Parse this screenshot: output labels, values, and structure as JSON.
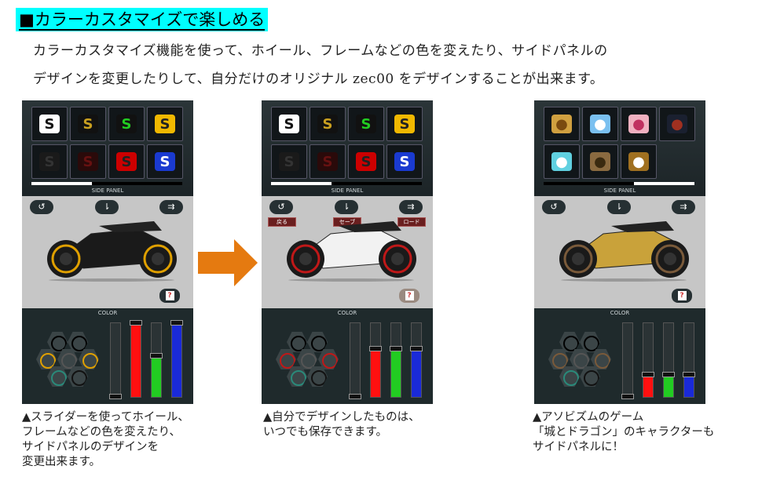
{
  "title": "■カラーカスタマイズで楽しめる",
  "intro": [
    "カラーカスタマイズ機能を使って、ホイール、フレームなどの色を変えたり、サイドパネルの",
    "デザインを変更したりして、自分だけのオリジナル zec00 をデザインすることが出来ます。"
  ],
  "panel_labels": {
    "side_panel": "SIDE PANEL",
    "color": "COLOR",
    "undo_icon": "↺",
    "save_icon": "⇂",
    "load_icon": "⇉",
    "help": "?"
  },
  "screens": [
    {
      "tiles": [
        [
          "#fff",
          "#111",
          "S"
        ],
        [
          "#111",
          "#c9a020",
          "S"
        ],
        [
          "#111",
          "#2c2",
          "S"
        ],
        [
          "#f0b800",
          "#222",
          "S"
        ],
        [
          "#1a1a1a",
          "#333",
          "S"
        ],
        [
          "#2a0a0a",
          "#611",
          "S"
        ],
        [
          "#c00",
          "#222",
          "S"
        ],
        [
          "#1a3ad0",
          "#fff",
          "S"
        ]
      ],
      "scroll": 0.3,
      "wheel": "#e0a000",
      "body": "#1a1a1a",
      "buttons": [],
      "sliders": [
        0.0,
        1.0,
        0.55,
        1.0
      ],
      "help_active": true
    },
    {
      "tiles": [
        [
          "#fff",
          "#111",
          "S"
        ],
        [
          "#111",
          "#c9a020",
          "S"
        ],
        [
          "#111",
          "#2c2",
          "S"
        ],
        [
          "#f0b800",
          "#222",
          "S"
        ],
        [
          "#1a1a1a",
          "#333",
          "S"
        ],
        [
          "#2a0a0a",
          "#611",
          "S"
        ],
        [
          "#c00",
          "#222",
          "S"
        ],
        [
          "#1a3ad0",
          "#fff",
          "S"
        ]
      ],
      "scroll": 0.3,
      "wheel": "#c01818",
      "body": "#f2f2f2",
      "buttons": [
        "戻る",
        "セーブ",
        "ロード"
      ],
      "sliders": [
        0.0,
        0.65,
        0.65,
        0.65
      ],
      "help_active": false
    },
    {
      "tiles": [
        [
          "#d0a040",
          "#7a4a10",
          "●"
        ],
        [
          "#7ac0f0",
          "#fff",
          "●"
        ],
        [
          "#f0b0c0",
          "#c03060",
          "●"
        ],
        [
          "#1a2030",
          "#a03020",
          "●"
        ],
        [
          "#60d0e0",
          "#fff",
          "●"
        ],
        [
          "#8a6a40",
          "#3a2a10",
          "●"
        ],
        [
          "#a07020",
          "#fff",
          "●"
        ]
      ],
      "scroll": 0.75,
      "wheel": "#7a5a3a",
      "body": "#c9a23a",
      "buttons": [],
      "sliders": [
        0.0,
        0.3,
        0.3,
        0.3
      ],
      "help_active": true
    }
  ],
  "captions": [
    [
      "▲スライダーを使ってホイール、",
      "フレームなどの色を変えたり、",
      "サイドパネルのデザインを",
      "変更出来ます。"
    ],
    [
      "▲自分でデザインしたものは、",
      "いつでも保存できます。"
    ],
    [
      "▲アソビズムのゲーム",
      "「城とドラゴン」のキャラクターも",
      "サイドパネルに！"
    ]
  ],
  "colors": {
    "accent": "#00ffff",
    "arrow": "#e57a10",
    "slider_gray": "#9a9a9a",
    "slider_red": "#ff1010",
    "slider_green": "#22cc22",
    "slider_blue": "#1a2ad8"
  }
}
